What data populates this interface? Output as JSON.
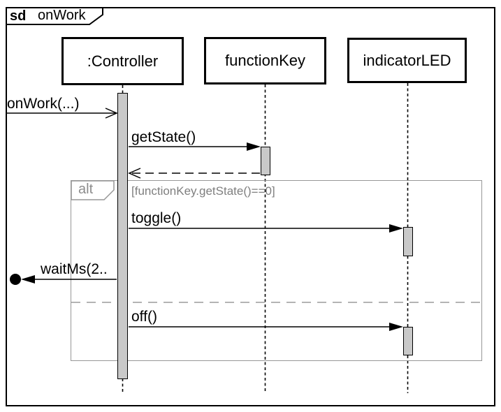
{
  "diagram": {
    "frame_keyword": "sd",
    "frame_title": "onWork"
  },
  "lifelines": [
    {
      "name": ":Controller"
    },
    {
      "name": "functionKey"
    },
    {
      "name": "indicatorLED"
    }
  ],
  "fragment": {
    "operator": "alt",
    "guard": "[functionKey.getState()==0]"
  },
  "messages": {
    "onwork": "onWork(...)",
    "getstate": "getState()",
    "toggle": "toggle()",
    "waitms": "waitMs(2..",
    "off": "off()"
  },
  "colors": {
    "line": "#000000",
    "activation_fill": "#c9c9c9",
    "fragment_border": "#979797",
    "guard_text": "#7f7f7f",
    "separator": "#b4b4b4",
    "background": "#ffffff"
  }
}
